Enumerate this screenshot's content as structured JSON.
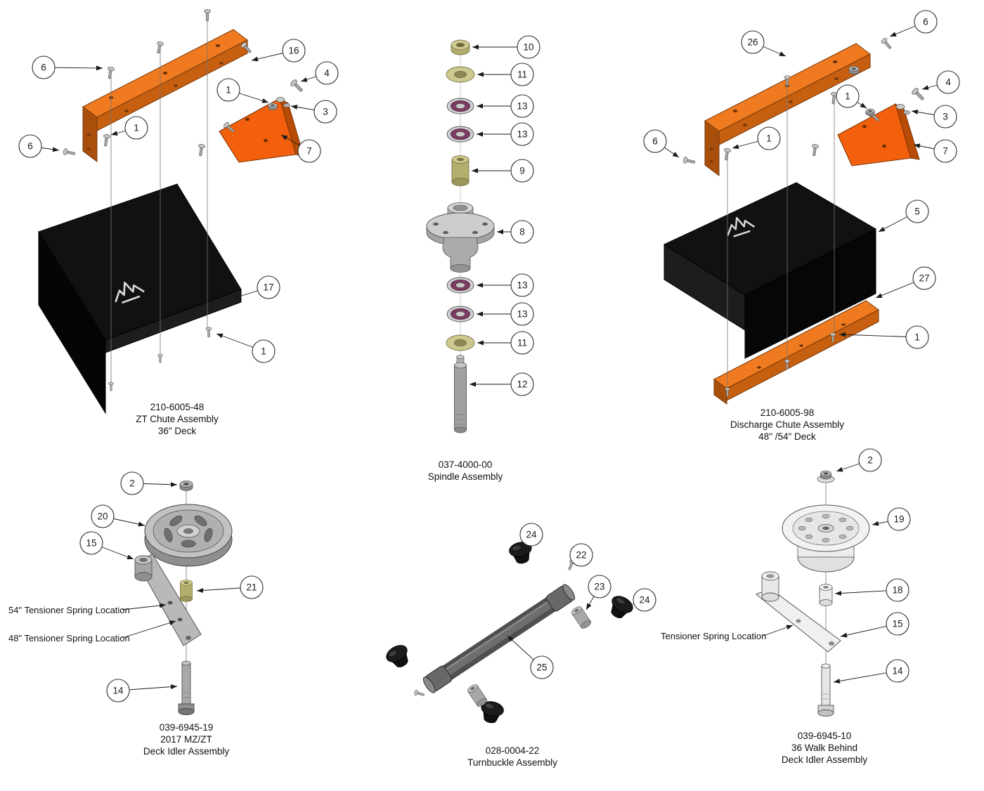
{
  "colors": {
    "bracket_orange": "#ef7a1f",
    "bracket_orange_bright": "#f2600d",
    "deck_black": "#111111",
    "steel_gray": "#a8a8a8",
    "zinc_olive": "#b3ae6c",
    "bearing_maroon": "#7d3a62",
    "rubber_black": "#141414"
  },
  "assemblies": [
    {
      "id": "zt-chute-assembly",
      "label": [
        "210-6005-48",
        "ZT Chute Assembly",
        "36\" Deck"
      ],
      "callouts": [
        "6",
        "16",
        "4",
        "1",
        "3",
        "7",
        "6",
        "1",
        "17",
        "1"
      ]
    },
    {
      "id": "spindle-assembly",
      "label": [
        "037-4000-00",
        "Spindle Assembly"
      ],
      "callouts": [
        "10",
        "11",
        "13",
        "13",
        "9",
        "8",
        "13",
        "13",
        "11",
        "12"
      ]
    },
    {
      "id": "discharge-chute-assembly",
      "label": [
        "210-6005-98",
        "Discharge Chute Assembly",
        "48\" /54\" Deck"
      ],
      "callouts": [
        "26",
        "6",
        "4",
        "1",
        "3",
        "7",
        "6",
        "1",
        "5",
        "27",
        "1"
      ]
    },
    {
      "id": "deck-idler-assembly-mz-zt",
      "label": [
        "039-6945-19",
        "2017 MZ/ZT",
        "Deck Idler Assembly"
      ],
      "callouts": [
        "2",
        "20",
        "15",
        "21",
        "14"
      ],
      "annotations": [
        "54\" Tensioner Spring Location",
        "48\" Tensioner Spring Location"
      ]
    },
    {
      "id": "turnbuckle-assembly",
      "label": [
        "028-0004-22",
        "Turnbuckle Assembly"
      ],
      "callouts": [
        "24",
        "22",
        "23",
        "24",
        "25"
      ]
    },
    {
      "id": "walk-behind-deck-idler-assembly",
      "label": [
        "039-6945-10",
        "36 Walk Behind",
        "Deck Idler Assembly"
      ],
      "callouts": [
        "2",
        "19",
        "18",
        "15",
        "14"
      ],
      "annotations": [
        "Tensioner Spring Location"
      ]
    }
  ]
}
